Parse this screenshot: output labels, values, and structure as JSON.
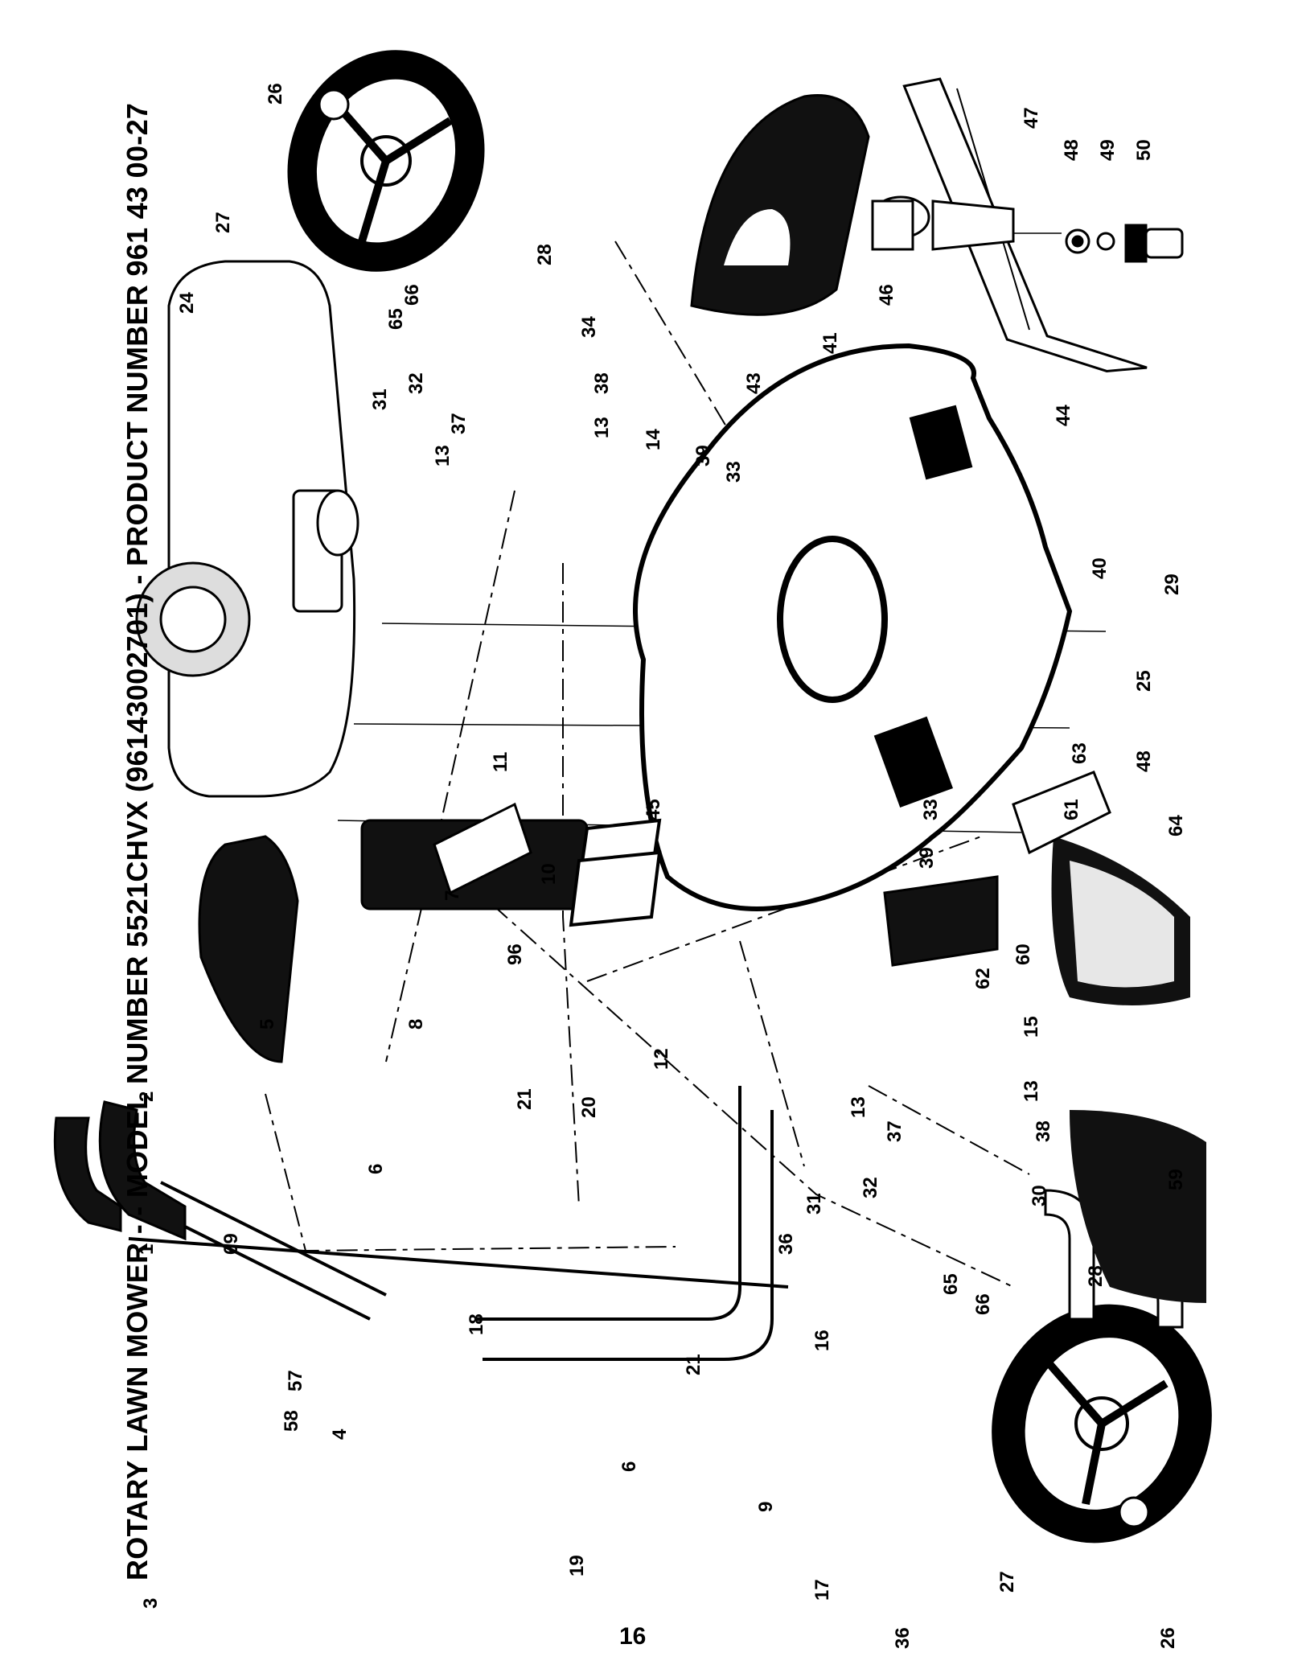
{
  "header": {
    "prefix": "ROTARY LAWN MOWER - - MODEL NUMBER ",
    "model": "5521CHVX",
    "suffix": " (96143002701) - PRODUCT NUMBER 961 43 00-27"
  },
  "page_number": "16",
  "callouts": [
    {
      "id": "c26a",
      "label": "26"
    },
    {
      "id": "c27a",
      "label": "27"
    },
    {
      "id": "c66a",
      "label": "66"
    },
    {
      "id": "c65a",
      "label": "65"
    },
    {
      "id": "c28a",
      "label": "28"
    },
    {
      "id": "c34",
      "label": "34"
    },
    {
      "id": "c31a",
      "label": "31"
    },
    {
      "id": "c32a",
      "label": "32"
    },
    {
      "id": "c37a",
      "label": "37"
    },
    {
      "id": "c38a",
      "label": "38"
    },
    {
      "id": "c13a",
      "label": "13"
    },
    {
      "id": "c13b",
      "label": "13"
    },
    {
      "id": "c14",
      "label": "14"
    },
    {
      "id": "c39a",
      "label": "39"
    },
    {
      "id": "c33a",
      "label": "33"
    },
    {
      "id": "c24",
      "label": "24"
    },
    {
      "id": "c43",
      "label": "43"
    },
    {
      "id": "c41",
      "label": "41"
    },
    {
      "id": "c46",
      "label": "46"
    },
    {
      "id": "c47",
      "label": "47"
    },
    {
      "id": "c48a",
      "label": "48"
    },
    {
      "id": "c49",
      "label": "49"
    },
    {
      "id": "c50",
      "label": "50"
    },
    {
      "id": "c44",
      "label": "44"
    },
    {
      "id": "c40",
      "label": "40"
    },
    {
      "id": "c29",
      "label": "29"
    },
    {
      "id": "c25",
      "label": "25"
    },
    {
      "id": "c63",
      "label": "63"
    },
    {
      "id": "c48b",
      "label": "48"
    },
    {
      "id": "c11",
      "label": "11"
    },
    {
      "id": "c45",
      "label": "45"
    },
    {
      "id": "c33b",
      "label": "33"
    },
    {
      "id": "c39b",
      "label": "39"
    },
    {
      "id": "c61",
      "label": "61"
    },
    {
      "id": "c64",
      "label": "64"
    },
    {
      "id": "c62",
      "label": "62"
    },
    {
      "id": "c60",
      "label": "60"
    },
    {
      "id": "c7",
      "label": "7"
    },
    {
      "id": "c10",
      "label": "10"
    },
    {
      "id": "c96",
      "label": "96"
    },
    {
      "id": "c12",
      "label": "12"
    },
    {
      "id": "c15",
      "label": "15"
    },
    {
      "id": "c13c",
      "label": "13"
    },
    {
      "id": "c37b",
      "label": "37"
    },
    {
      "id": "c13d",
      "label": "13"
    },
    {
      "id": "c38b",
      "label": "38"
    },
    {
      "id": "c59",
      "label": "59"
    },
    {
      "id": "c2",
      "label": "2"
    },
    {
      "id": "c5",
      "label": "5"
    },
    {
      "id": "c8",
      "label": "8"
    },
    {
      "id": "c21a",
      "label": "21"
    },
    {
      "id": "c20",
      "label": "20"
    },
    {
      "id": "c6a",
      "label": "6"
    },
    {
      "id": "c32b",
      "label": "32"
    },
    {
      "id": "c30",
      "label": "30"
    },
    {
      "id": "c31b",
      "label": "31"
    },
    {
      "id": "c28b",
      "label": "28"
    },
    {
      "id": "c1",
      "label": "1"
    },
    {
      "id": "c69",
      "label": "69"
    },
    {
      "id": "c36a",
      "label": "36"
    },
    {
      "id": "c65b",
      "label": "65"
    },
    {
      "id": "c66b",
      "label": "66"
    },
    {
      "id": "c16",
      "label": "16"
    },
    {
      "id": "c21b",
      "label": "21"
    },
    {
      "id": "c18",
      "label": "18"
    },
    {
      "id": "c57",
      "label": "57"
    },
    {
      "id": "c58",
      "label": "58"
    },
    {
      "id": "c4",
      "label": "4"
    },
    {
      "id": "c6b",
      "label": "6"
    },
    {
      "id": "c9",
      "label": "9"
    },
    {
      "id": "c19",
      "label": "19"
    },
    {
      "id": "c17",
      "label": "17"
    },
    {
      "id": "c3",
      "label": "3"
    },
    {
      "id": "c36b",
      "label": "36"
    },
    {
      "id": "c27b",
      "label": "27"
    },
    {
      "id": "c26b",
      "label": "26"
    }
  ]
}
